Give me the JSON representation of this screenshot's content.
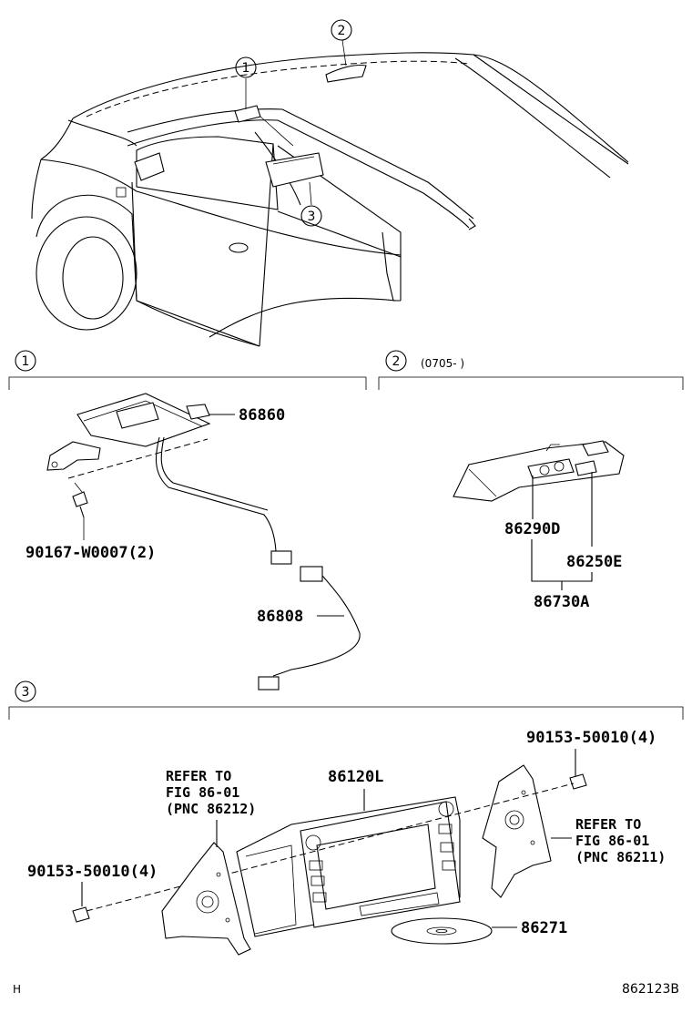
{
  "callouts": [
    "1",
    "2",
    "3"
  ],
  "section2_range": "(0705-      )",
  "parts": {
    "p86860": "86860",
    "p90167": "90167-W0007(2)",
    "p86808": "86808",
    "p86290D": "86290D",
    "p86250E": "86250E",
    "p86730A": "86730A",
    "p90153_right": "90153-50010(4)",
    "p86120L": "86120L",
    "p90153_left": "90153-50010(4)",
    "p86271": "86271"
  },
  "refer_left": [
    "REFER TO",
    "FIG 86-01",
    "(PNC 86212)"
  ],
  "refer_right": [
    "REFER TO",
    "FIG 86-01",
    "(PNC 86211)"
  ],
  "footer_left": "H",
  "footer_right": "862123B"
}
